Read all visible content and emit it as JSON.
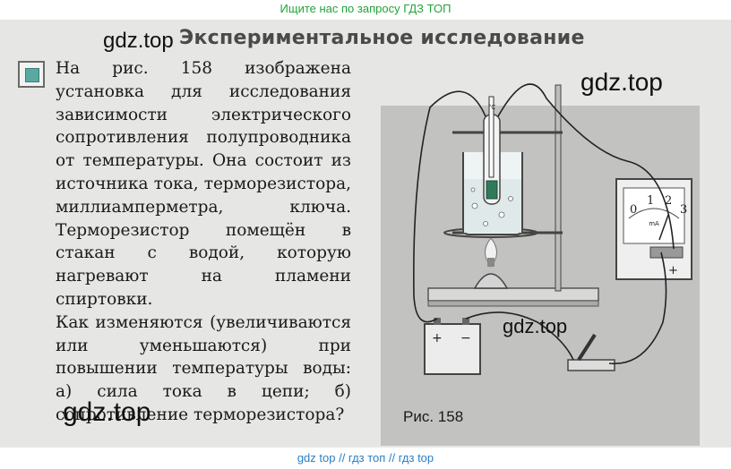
{
  "banner_top": "Ищите нас по запросу ГДЗ ТОП",
  "banner_bottom": "gdz top  //  гдз топ  //  гдз top",
  "watermarks": {
    "w1": "gdz.top",
    "w2": "gdz.top",
    "w3": "gdz.top",
    "w4": "gdz.top"
  },
  "section_title": "Экспериментальное исследование",
  "task": {
    "paragraph1": "На рис. 158 изображена установка для исследования зависимости электрического сопротивления полупроводника от температуры. Она состоит из источника тока, терморезистора, миллиамперметра, ключа. Терморезистор помещён в стакан с водой, которую нагревают на пламени спиртовки.",
    "paragraph2": "Как изменяются (увеличиваются или уменьшаются) при повышении температуры воды: а) сила тока в цепи; б) сопротивление терморезистора?"
  },
  "figure": {
    "caption": "Рис. 158",
    "meter_scale": [
      "0",
      "1",
      "2",
      "3"
    ],
    "meter_unit": "mA",
    "thermometer_mark": "°C",
    "battery_plus": "+",
    "battery_minus": "−",
    "meter_plus": "+"
  },
  "colors": {
    "banner_top": "#22a33a",
    "banner_bottom": "#2a7fc4",
    "accent": "#5aa9a0"
  }
}
